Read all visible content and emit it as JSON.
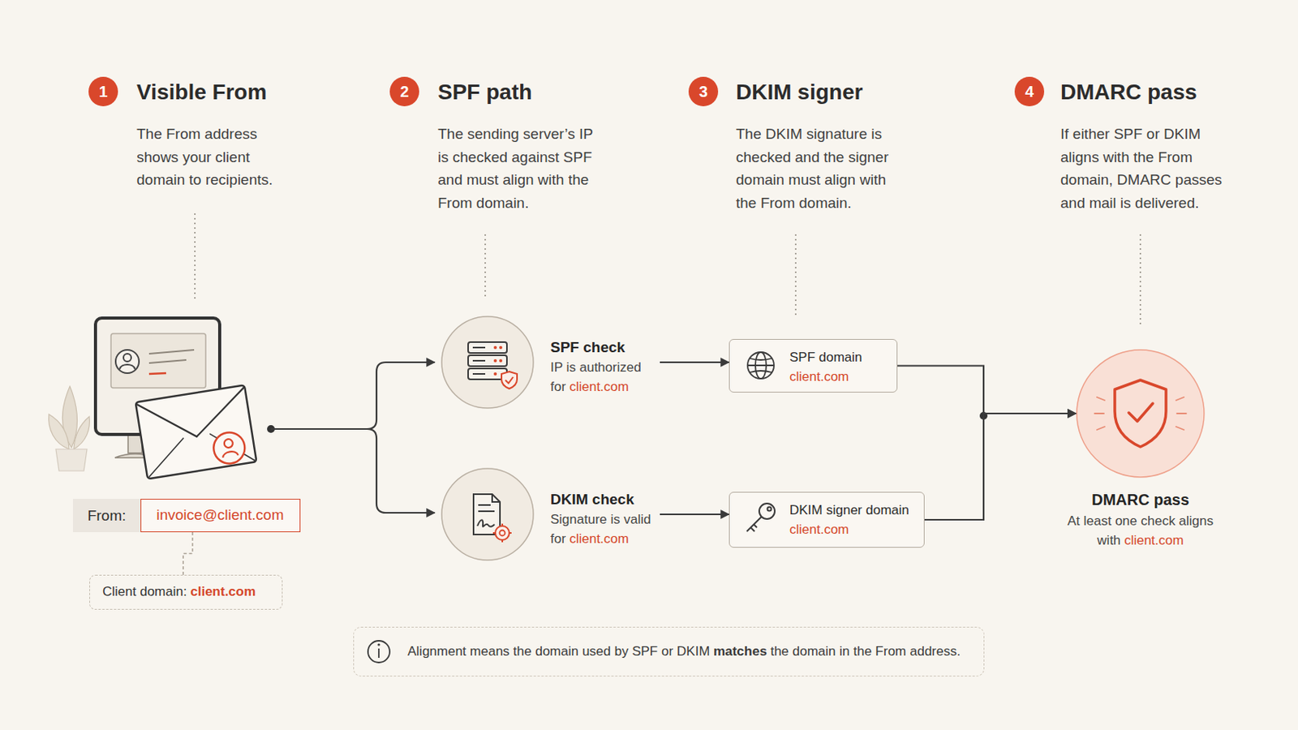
{
  "diagram": {
    "nodes": [
      {
        "text": [
          "From:"
        ]
      },
      {
        "text": [
          "invoice@client.com"
        ]
      },
      {
        "text": [
          "Client domain:",
          "client.com"
        ]
      },
      {
        "text": [
          "SPF check",
          "IP is authorized for",
          "client.com"
        ]
      },
      {
        "text": [
          "DKIM check",
          "Signature is valid for",
          "client.com"
        ]
      },
      {
        "text": [
          "SPF domain",
          "client.com"
        ]
      },
      {
        "text": [
          "DKIM signer domain",
          "client.com"
        ]
      },
      {
        "text": [
          "DMARC pass",
          "At least one check aligns with",
          "client.com"
        ]
      },
      {
        "text": [
          "Alignment means the domain used by SPF or DKIM",
          "matches",
          "the domain in the From address."
        ]
      }
    ],
    "edges": [
      {
        "from": 1,
        "to": 2,
        "arrow": "none"
      },
      {
        "from": 3,
        "to": 5,
        "arrow": "to"
      },
      {
        "from": 4,
        "to": 6,
        "arrow": "to"
      },
      {
        "from": 5,
        "to": 7,
        "arrow": "to"
      },
      {
        "from": 6,
        "to": 7,
        "arrow": "to"
      }
    ],
    "labels": [
      "1",
      "Visible From",
      "The From address shows your client domain to recipients.",
      "2",
      "SPF path",
      "The sending server’s IP is checked against SPF and must align with the From domain.",
      "3",
      "DKIM signer",
      "The DKIM signature is checked and the signer domain must align with the From domain.",
      "4",
      "DMARC pass",
      "If either SPF or DKIM aligns with the From domain, DMARC passes and mail is delivered."
    ]
  }
}
